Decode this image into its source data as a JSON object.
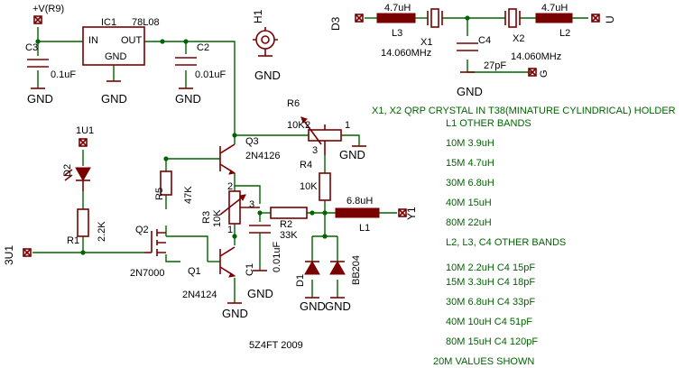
{
  "colors": {
    "wire": "#006400",
    "component": "#7a0000",
    "note_text": "#006400",
    "label_text": "#000000",
    "background": "#ffffff"
  },
  "labels": {
    "vr9": "+V(R9)",
    "ic1": "IC1",
    "reg": "78L08",
    "in": "IN",
    "out": "OUT",
    "gnd": "GND",
    "c3": "C3",
    "c3_value": "0.1uF",
    "c2": "C2",
    "c2_value": "0.01uF",
    "h1": "H1",
    "r6": "R6",
    "r6_value": "10K",
    "pin1": "1",
    "pin2": "2",
    "pin3": "3",
    "q3": "Q3",
    "q3_part": "2N4126",
    "r4": "R4",
    "r4_value": "10K",
    "l1_value": "6.8uH",
    "l1": "L1",
    "y1": "Y1",
    "r5": "R5",
    "r5_value": "47K",
    "r3": "R3",
    "r3_value": "10K",
    "r2": "R2",
    "r2_value": "33K",
    "q2": "Q2",
    "q2_part": "2N7000",
    "q1": "Q1",
    "q1_part": "2N4124",
    "c1": "C1",
    "c1_value": "0.01uF",
    "d1": "D1",
    "bb204": "BB204",
    "u1_1": "1U1",
    "d2": "D2",
    "r1": "R1",
    "r1_value": "2.2K",
    "u1_3": "3U1",
    "d3": "D3",
    "l3_value": "4.7uH",
    "l3": "L3",
    "x1": "X1",
    "x1_freq": "14.060MHz",
    "c4": "C4",
    "c4_value": "27pF",
    "x2": "X2",
    "x2_freq": "14.060MHz",
    "l2_value": "4.7uH",
    "l2": "L2",
    "u": "U",
    "g": "G",
    "author": "5Z4FT 2009"
  },
  "notes": {
    "holder": "X1, X2 QRP CRYSTAL IN T38(MINATURE CYLINDRICAL) HOLDER",
    "l1_heading": "L1 OTHER BANDS",
    "l1_bands": [
      "10M 3.9uH",
      "15M 4.7uH",
      "30M 6.8uH",
      "40M 15uH",
      "80M 22uH"
    ],
    "l2_heading": "L2, L3, C4 OTHER BANDS",
    "l2_bands": [
      "10M 2.2uH C4 15pF",
      "15M 3.3uH C4 18pF",
      "30M 6.8uH C4 33pF",
      "40M 10uH C4 51pF",
      "80M 15uH C4 120pF"
    ],
    "footer": "20M VALUES SHOWN"
  }
}
